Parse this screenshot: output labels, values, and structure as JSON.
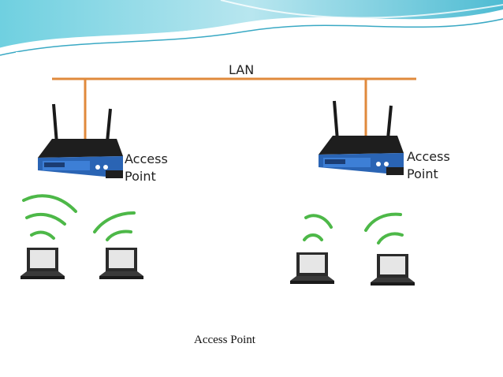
{
  "diagram": {
    "lan_label": "LAN",
    "access_points": [
      {
        "label_line1": "Access",
        "label_line2": "Point"
      },
      {
        "label_line1": "Access",
        "label_line2": "Point"
      }
    ]
  },
  "caption": "Access Point",
  "colors": {
    "lan_cable": "#e08a3c",
    "wifi_waves": "#4db848",
    "router_body": "#2a64b4",
    "router_dark": "#1e1e1e",
    "header_teal": "#5bc4d8"
  },
  "icons": [
    "router-icon",
    "laptop-icon",
    "wifi-signal-icon"
  ]
}
